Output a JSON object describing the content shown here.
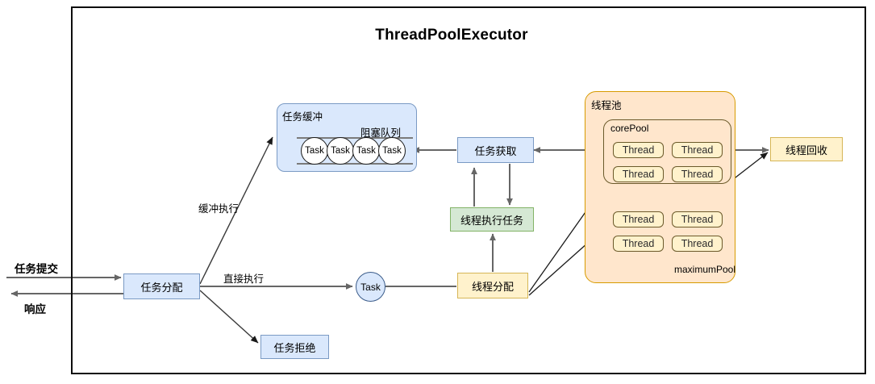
{
  "diagram": {
    "title": "ThreadPoolExecutor",
    "type": "flow-diagram"
  },
  "io_labels": {
    "submit": "任务提交",
    "response": "响应"
  },
  "edge_labels": {
    "buffered_execute": "缓冲执行",
    "direct_execute": "直接执行"
  },
  "nodes": {
    "task_dispatch": "任务分配",
    "task_reject": "任务拒绝",
    "task_fetch": "任务获取",
    "thread_execute_task": "线程执行任务",
    "thread_dispatch": "线程分配",
    "thread_recycle": "线程回收",
    "standalone_task": "Task"
  },
  "buffer": {
    "title": "任务缓冲",
    "queue_label": "阻塞队列",
    "queue_items": [
      "Task",
      "Task",
      "Task",
      "Task"
    ]
  },
  "pool": {
    "title": "线程池",
    "core_pool_label": "corePool",
    "maximum_pool_label": "maximumPool",
    "core_threads": [
      "Thread",
      "Thread",
      "Thread",
      "Thread"
    ],
    "maximum_threads": [
      "Thread",
      "Thread",
      "Thread",
      "Thread"
    ]
  },
  "colors": {
    "blue_fill": "#dae8fc",
    "blue_stroke": "#7a9ac4",
    "green_fill": "#d5e8d4",
    "green_stroke": "#82b366",
    "orange_fill": "#ffe6cc",
    "orange_stroke": "#d79b00",
    "yellow_fill": "#fff2cc",
    "yellow_stroke": "#d6b656",
    "frame_stroke": "#0d0d0d",
    "arrow_gray": "#666666",
    "arrow_dark": "#1a1a1a"
  }
}
